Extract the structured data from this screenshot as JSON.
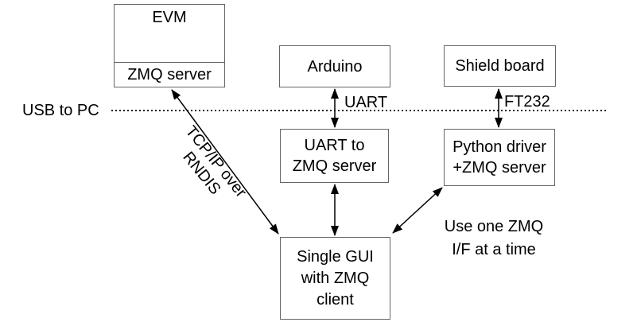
{
  "boxes": {
    "evm": {
      "title": "EVM",
      "subtitle": "ZMQ server"
    },
    "arduino": {
      "label": "Arduino"
    },
    "shield_board": {
      "label": "Shield board"
    },
    "uart_zmq_server": {
      "label": "UART to\nZMQ server"
    },
    "python_driver": {
      "label": "Python driver\n+ZMQ server"
    },
    "single_gui": {
      "label": "Single GUI\nwith ZMQ\nclient"
    }
  },
  "labels": {
    "usb_to_pc": "USB to PC",
    "uart": "UART",
    "ft232": "FT232",
    "tcp_ip_over_rndis": "TCP/IP over\nRNDIS",
    "use_one_zmq": "Use one ZMQ\nI/F at a time"
  },
  "colors": {
    "box_border": "#666666",
    "text": "#000000",
    "connector": "#000000",
    "background": "#ffffff"
  }
}
